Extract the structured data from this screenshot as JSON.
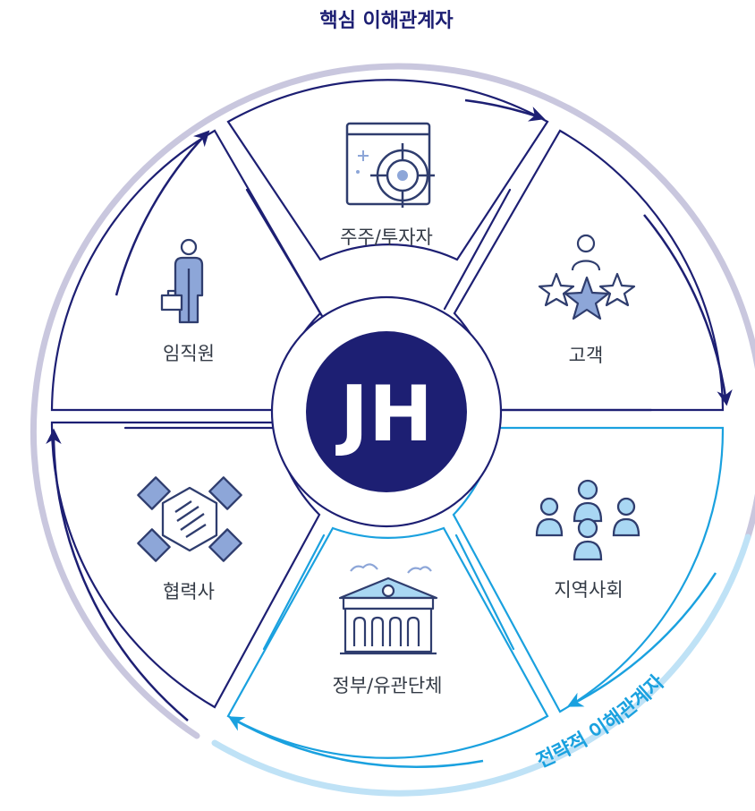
{
  "headers": {
    "core": "핵심 이해관계자",
    "strategic": "전략적 이해관계자"
  },
  "logo": {
    "letters": "JH"
  },
  "segments": [
    {
      "label": "주주/투자자",
      "icon": "investor-target-icon",
      "group": "core"
    },
    {
      "label": "고객",
      "icon": "customer-stars-icon",
      "group": "core"
    },
    {
      "label": "지역사회",
      "icon": "community-people-icon",
      "group": "strategic"
    },
    {
      "label": "정부/유관단체",
      "icon": "government-building-icon",
      "group": "strategic"
    },
    {
      "label": "협력사",
      "icon": "partner-handshake-icon",
      "group": "core"
    },
    {
      "label": "임직원",
      "icon": "employee-icon",
      "group": "core"
    }
  ],
  "colors": {
    "navy": "#1d1f73",
    "blue": "#1aa1df",
    "core_ring": "#c9c7de",
    "strategic_ring": "#bfe2f6",
    "icon_navy": "#2f3d6e",
    "icon_fill": "#8da6d8",
    "icon_light": "#a9d7f3",
    "text": "#333a45"
  }
}
